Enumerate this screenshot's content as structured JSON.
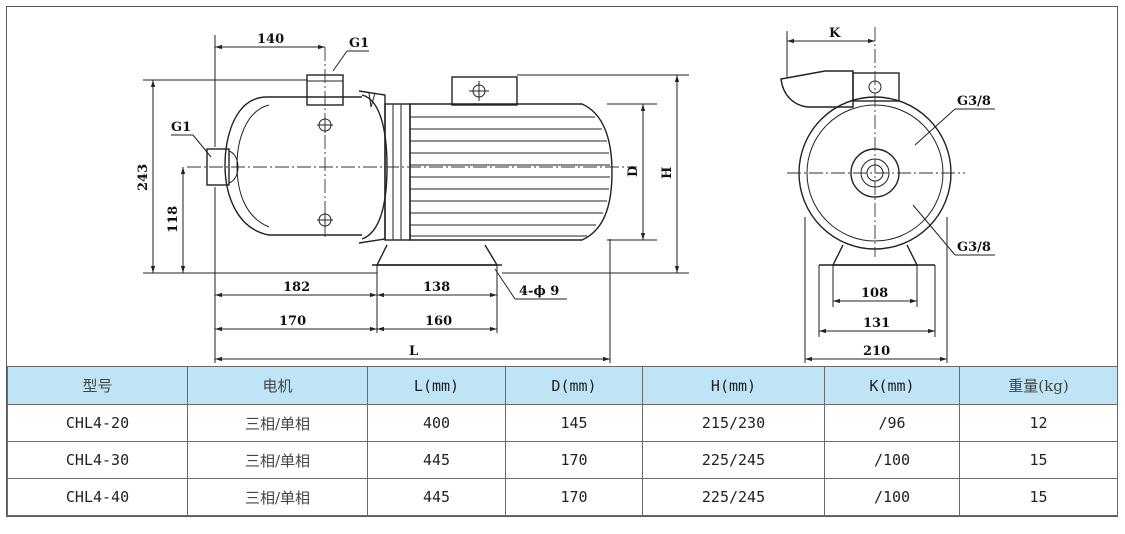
{
  "drawing": {
    "dims": {
      "top_140": "140",
      "top_g1": "G1",
      "side_g1": "G1",
      "d_243": "243",
      "d_118": "118",
      "d_182": "182",
      "d_138": "138",
      "holes": "4-ϕ 9",
      "d_170": "170",
      "d_160": "160",
      "d_L": "L",
      "d_D": "D",
      "d_H": "H",
      "d_K": "K",
      "g38_top": "G3/8",
      "g38_bot": "G3/8",
      "d_108": "108",
      "d_131": "131",
      "d_210": "210"
    }
  },
  "table": {
    "headers": [
      "型号",
      "电机",
      "L(mm)",
      "D(mm)",
      "H(mm)",
      "K(mm)",
      "重量(kg)"
    ],
    "rows": [
      [
        "CHL4-20",
        "三相/单相",
        "400",
        "145",
        "215/230",
        "/96",
        "12"
      ],
      [
        "CHL4-30",
        "三相/单相",
        "445",
        "170",
        "225/245",
        "/100",
        "15"
      ],
      [
        "CHL4-40",
        "三相/单相",
        "445",
        "170",
        "225/245",
        "/100",
        "15"
      ]
    ]
  }
}
